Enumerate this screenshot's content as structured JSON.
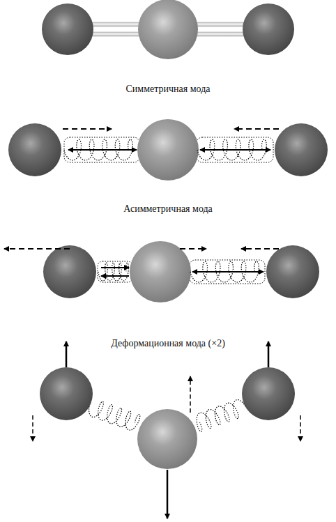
{
  "diagram": {
    "labels": [
      "Симметричная мода",
      "Асимметричная мода",
      "Деформационная мода (×2)"
    ]
  }
}
